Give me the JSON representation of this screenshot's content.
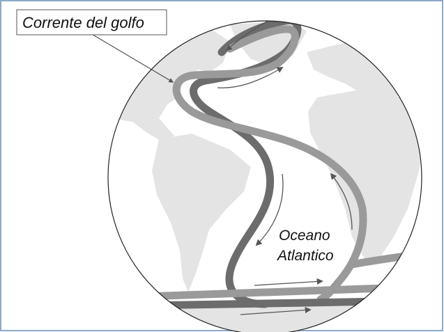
{
  "labels": {
    "current_name": "Corrente del golfo",
    "ocean_line1": "Oceano",
    "ocean_line2": "Atlantico"
  },
  "colors": {
    "frame": "#8aa9c8",
    "land": "#e4e4e4",
    "globe_outline": "#222222",
    "warm_current": "#9a9a9a",
    "deep_current": "#6c6c6c",
    "arrow": "#555555"
  }
}
